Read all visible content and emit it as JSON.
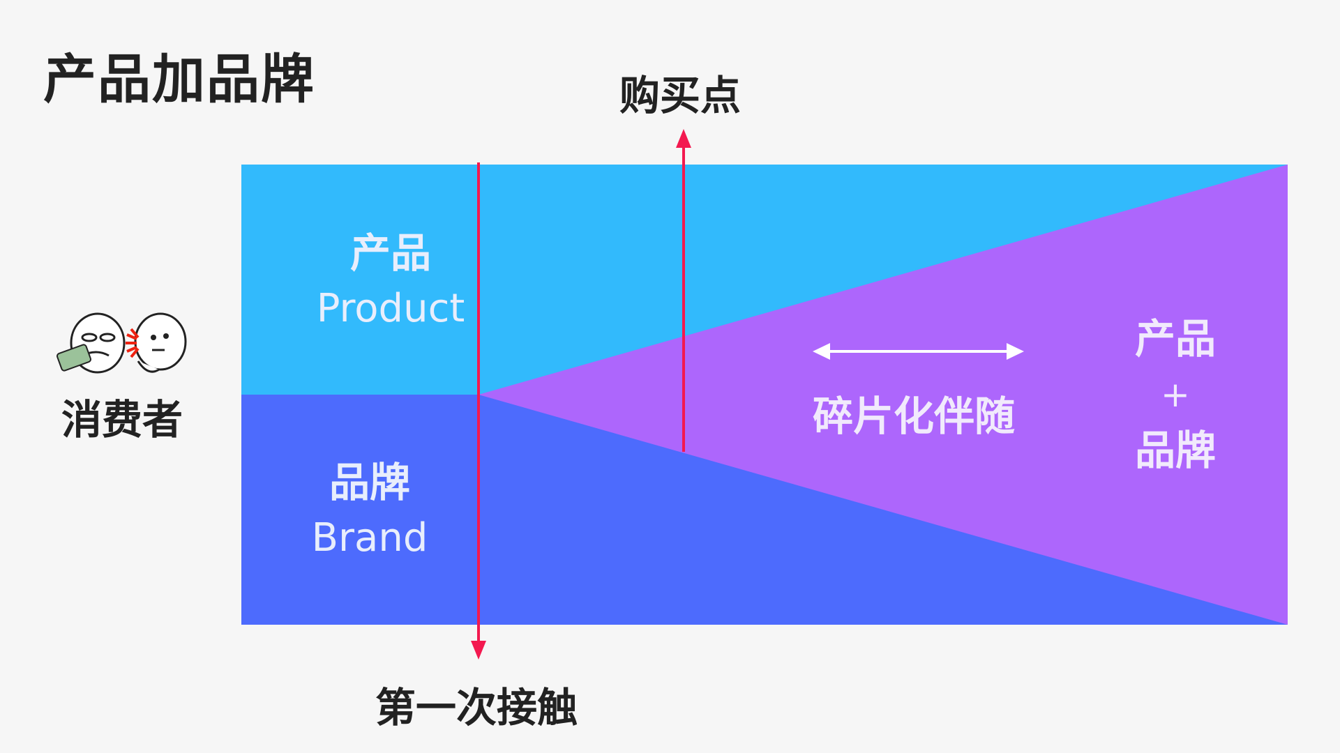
{
  "title": "产品加品牌",
  "consumer": {
    "label": "消费者"
  },
  "markers": {
    "purchase": "购买点",
    "first_contact": "第一次接触"
  },
  "zones": {
    "product": {
      "zh": "产品",
      "en": "Product"
    },
    "brand": {
      "zh": "品牌",
      "en": "Brand"
    },
    "combined": {
      "top": "产品",
      "plus": "+",
      "bottom": "品牌"
    }
  },
  "fragment_label": "碎片化伴随",
  "colors": {
    "product": "#32bafc",
    "brand": "#4d6bfd",
    "combined": "#ad66fc",
    "marker_line": "#f3194f"
  }
}
